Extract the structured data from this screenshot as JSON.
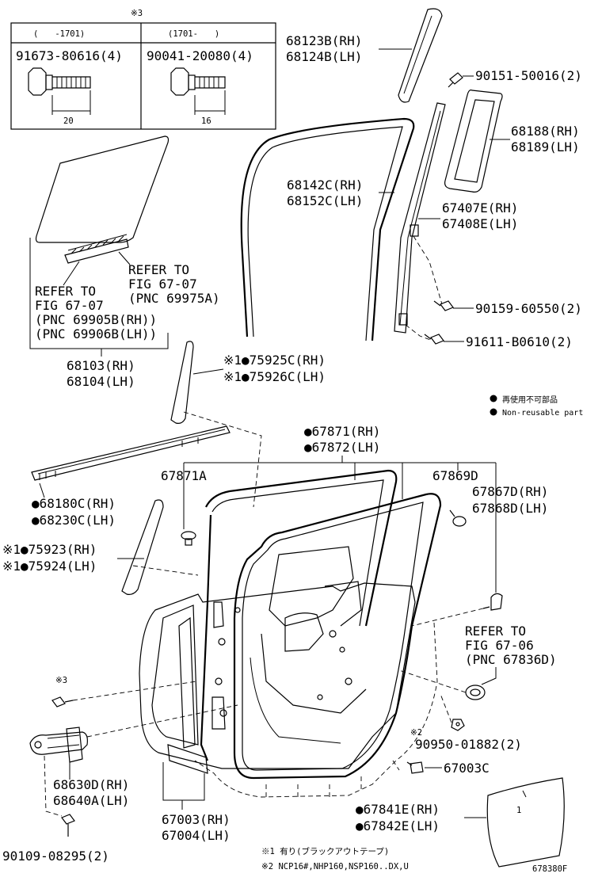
{
  "diagram_id": "678380F",
  "table": {
    "mark": "※3",
    "col1_header": "(　　-1701)",
    "col2_header": "(1701-　　)",
    "col1_part": "91673-80616(4)",
    "col2_part": "90041-20080(4)",
    "col1_dim": "20",
    "col2_dim": "16"
  },
  "labels": {
    "p68123": "68123B(RH)",
    "p68124": "68124B(LH)",
    "p90151": "90151-50016(2)",
    "p68188": "68188(RH)",
    "p68189": "68189(LH)",
    "p68142": "68142C(RH)",
    "p68152": "68152C(LH)",
    "p67407": "67407E(RH)",
    "p67408": "67408E(LH)",
    "p90159": "90159-60550(2)",
    "p91611": "91611-B0610(2)",
    "p68103": "68103(RH)",
    "p68104": "68104(LH)",
    "p75925": "※1●75925C(RH)",
    "p75926": "※1●75926C(LH)",
    "p67871rh": "●67871(RH)",
    "p67872lh": "●67872(LH)",
    "p67871a": "67871A",
    "p67869d": "67869D",
    "p67867d": "67867D(RH)",
    "p67868d": "67868D(LH)",
    "p68180": "●68180C(RH)",
    "p68230": "●68230C(LH)",
    "p75923": "※1●75923(RH)",
    "p75924": "※1●75924(LH)",
    "p68630": "68630D(RH)",
    "p68640": "68640A(LH)",
    "p90950": "90950-01882(2)",
    "p67003c": "67003C",
    "p67003": "67003(RH)",
    "p67004": "67004(LH)",
    "p67841": "●67841E(RH)",
    "p67842": "●67842E(LH)",
    "p90109": "90109-08295(2)",
    "mark3_hinge": "※3",
    "mark2_clip": "※2"
  },
  "refers": {
    "r1": [
      "REFER TO",
      "FIG 67-07",
      "(PNC 69975A)"
    ],
    "r2": [
      "REFER TO",
      "FIG 67-07",
      "(PNC 69905B(RH))",
      "(PNC 69906B(LH))"
    ],
    "r3": [
      "REFER TO",
      "FIG 67-06",
      "(PNC 67836D)"
    ]
  },
  "legend": {
    "non_reusable_jp": "再使用不可部品",
    "non_reusable_en": "Non-reusable part"
  },
  "footnotes": {
    "n1": "※1 有り(ブラックアウトテープ)",
    "n2": "※2 NCP16#,NHP160,NSP160..DX,U"
  }
}
